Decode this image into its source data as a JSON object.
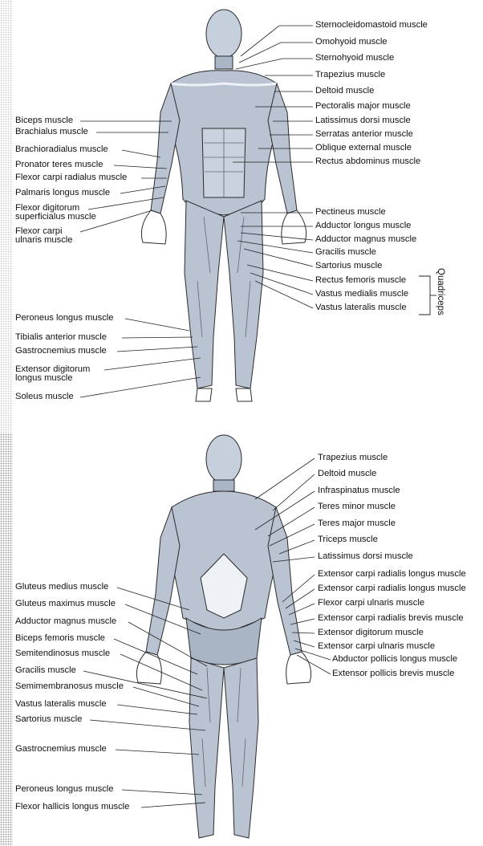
{
  "front": {
    "right_labels": [
      "Sternocleidomastoid muscle",
      "Omohyoid muscle",
      "Sternohyoid muscle",
      "Trapezius muscle",
      "Deltoid muscle",
      "Pectoralis major muscle",
      "Latissimus dorsi muscle",
      "Serratas anterior muscle",
      "Oblique external muscle",
      "Rectus abdominus muscle",
      "Pectineus muscle",
      "Adductor longus muscle",
      "Adductor magnus muscle",
      "Gracilis muscle",
      "Sartorius muscle",
      "Rectus femoris muscle",
      "Vastus medialis muscle",
      "Vastus lateralis muscle"
    ],
    "quadriceps_label": "Quadriceps",
    "left_labels": [
      "Biceps muscle",
      "Brachialus muscle",
      "Brachioradialus muscle",
      "Pronator teres muscle",
      "Flexor carpi radialus muscle",
      "Palmaris longus muscle",
      "Flexor digitorum superficialus muscle",
      "Flexor carpi ulnaris muscle",
      "Peroneus longus muscle",
      "Tibialis anterior muscle",
      "Gastrocnemius muscle",
      "Extensor digitorum longus muscle",
      "Soleus muscle"
    ]
  },
  "back": {
    "right_labels": [
      "Trapezius muscle",
      "Deltoid muscle",
      "Infraspinatus muscle",
      "Teres minor muscle",
      "Teres major muscle",
      "Triceps muscle",
      "Latissimus dorsi muscle",
      "Extensor carpi radialis longus muscle",
      "Extensor carpi radialis longus muscle",
      "Flexor carpi ulnaris muscle",
      "Extensor carpi radialis brevis muscle",
      "Extensor digitorum muscle",
      "Extensor carpi ulnaris muscle",
      "Abductor pollicis longus muscle",
      "Extensor pollicis brevis muscle"
    ],
    "left_labels": [
      "Gluteus medius muscle",
      "Gluteus maximus muscle",
      "Adductor magnus muscle",
      "Biceps femoris muscle",
      "Semitendinosus muscle",
      "Gracilis muscle",
      "Semimembranosus muscle",
      "Vastus lateralis muscle",
      "Sartorius muscle",
      "Gastrocnemius muscle",
      "Peroneus longus muscle",
      "Flexor hallicis longus muscle"
    ]
  },
  "colors": {
    "muscle_fill": "#b9c3d2",
    "muscle_shade": "#8e9aab",
    "outline": "#2b2b2b",
    "tendon": "#eef1f6",
    "text": "#111111"
  }
}
